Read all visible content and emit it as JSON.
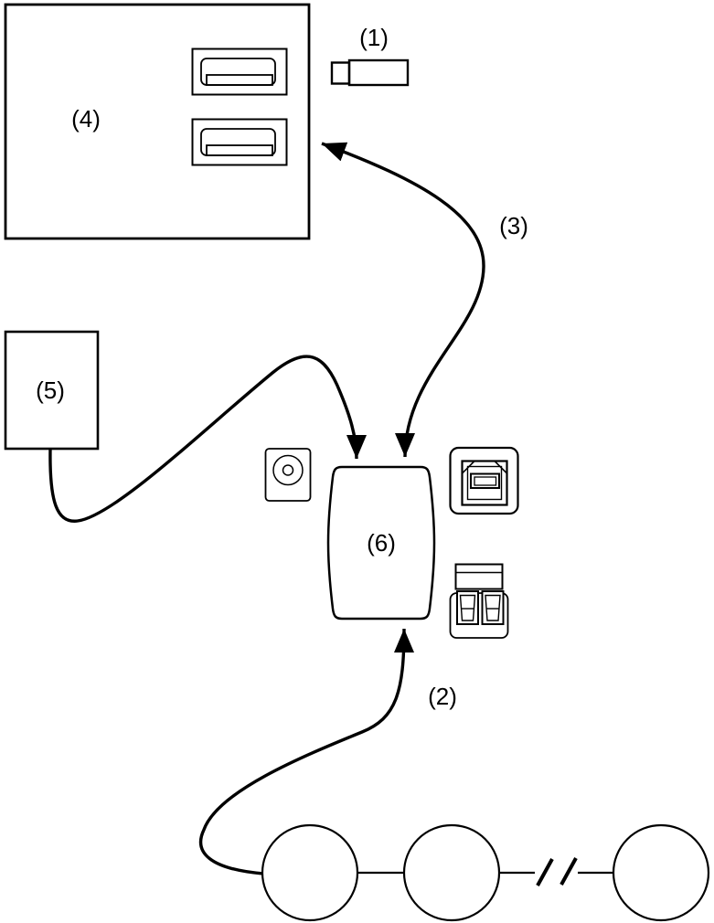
{
  "figure": {
    "kind": "hardware-connection-diagram",
    "colors": {
      "ink": "#000000",
      "paper": "#ffffff"
    },
    "callouts": {
      "c1": "(1)",
      "c2": "(2)",
      "c3": "(3)",
      "c4": "(4)",
      "c5": "(5)",
      "c6": "(6)"
    },
    "icons": {
      "computer_ports": "usb-a-port-icon",
      "adapter_plug": "usb-dongle-icon",
      "power_input": "dc-power-jack-icon",
      "usb_b_input": "usb-b-port-icon",
      "bus_output": "terminal-block-icon",
      "bus_devices": "node-circle-icon",
      "bus_continuation": "line-break-icon"
    }
  }
}
